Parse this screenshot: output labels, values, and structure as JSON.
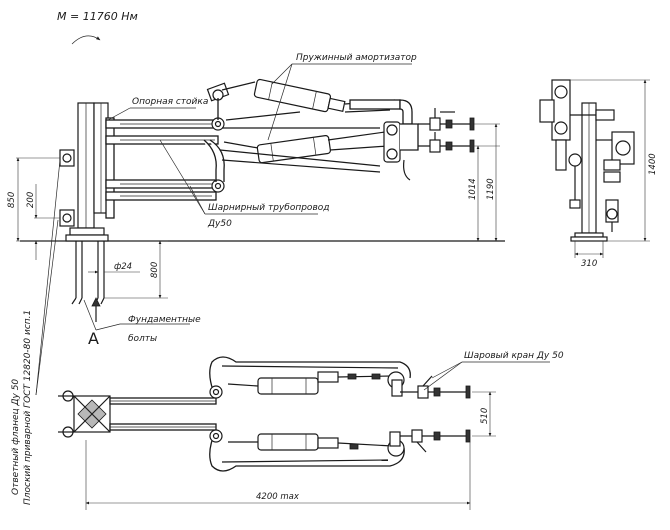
{
  "moment_label": "M = 11760 Нм",
  "view_label": "A",
  "labels": {
    "support_post": "Опорная стойка",
    "spring_damper": "Пружинный амортизатор",
    "hinged_pipeline": "Шарнирный трубопровод",
    "hinged_pipeline_dn": "Ду50",
    "foundation_bolts_1": "Фундаментные",
    "foundation_bolts_2": "болты",
    "ball_valve": "Шаровый кран Ду 50",
    "counter_flange_1": "Ответный фланец Ду 50",
    "counter_flange_2": "Плоский приварной ГОСТ 12820-80 исп.1"
  },
  "dimensions": {
    "d850": "850",
    "d200": "200",
    "d24": "ф24",
    "d800": "800",
    "d1014": "1014",
    "d1190": "1190",
    "d1400": "1400",
    "d310": "310",
    "d510": "510",
    "d4200": "4200 max"
  }
}
